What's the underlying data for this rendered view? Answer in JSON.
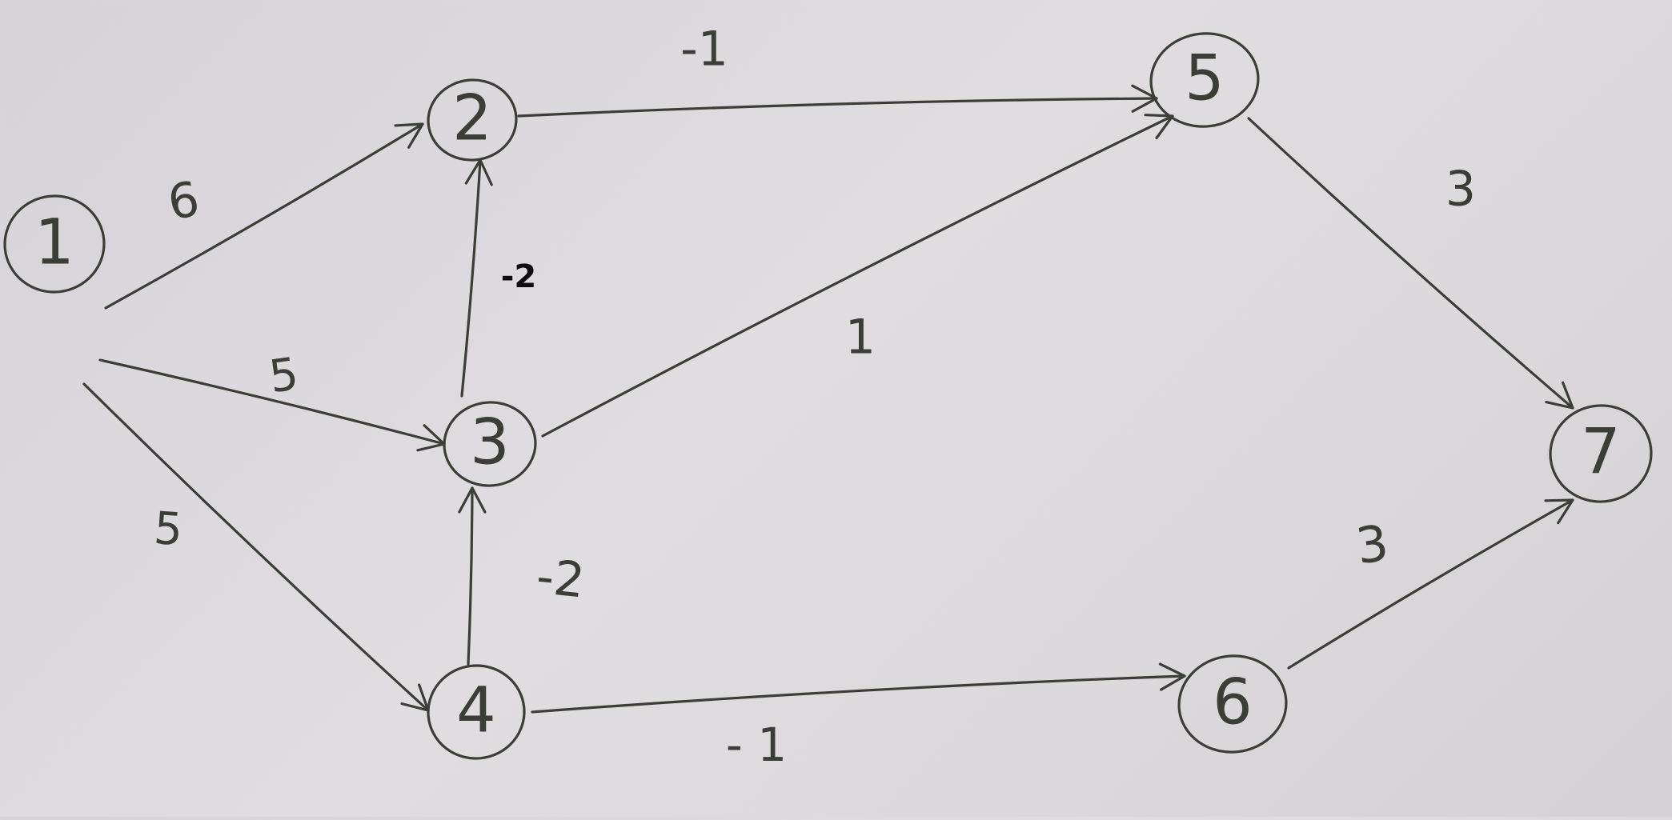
{
  "graph": {
    "stroke_color": "#3a3e36",
    "typed_label_color": "#0d0d0d",
    "nodes": [
      {
        "id": "1",
        "label": "1"
      },
      {
        "id": "2",
        "label": "2"
      },
      {
        "id": "3",
        "label": "3"
      },
      {
        "id": "4",
        "label": "4"
      },
      {
        "id": "5",
        "label": "5"
      },
      {
        "id": "6",
        "label": "6"
      },
      {
        "id": "7",
        "label": "7"
      }
    ],
    "edges": [
      {
        "from": "1",
        "to": "2",
        "weight": "6"
      },
      {
        "from": "1",
        "to": "3",
        "weight": "5"
      },
      {
        "from": "1",
        "to": "4",
        "weight": "5"
      },
      {
        "from": "2",
        "to": "5",
        "weight": "-1"
      },
      {
        "from": "3",
        "to": "2",
        "weight": "-2"
      },
      {
        "from": "3",
        "to": "5",
        "weight": "1"
      },
      {
        "from": "4",
        "to": "3",
        "weight": "-2"
      },
      {
        "from": "4",
        "to": "6",
        "weight": "- 1"
      },
      {
        "from": "5",
        "to": "7",
        "weight": "3"
      },
      {
        "from": "6",
        "to": "7",
        "weight": "3"
      }
    ]
  }
}
